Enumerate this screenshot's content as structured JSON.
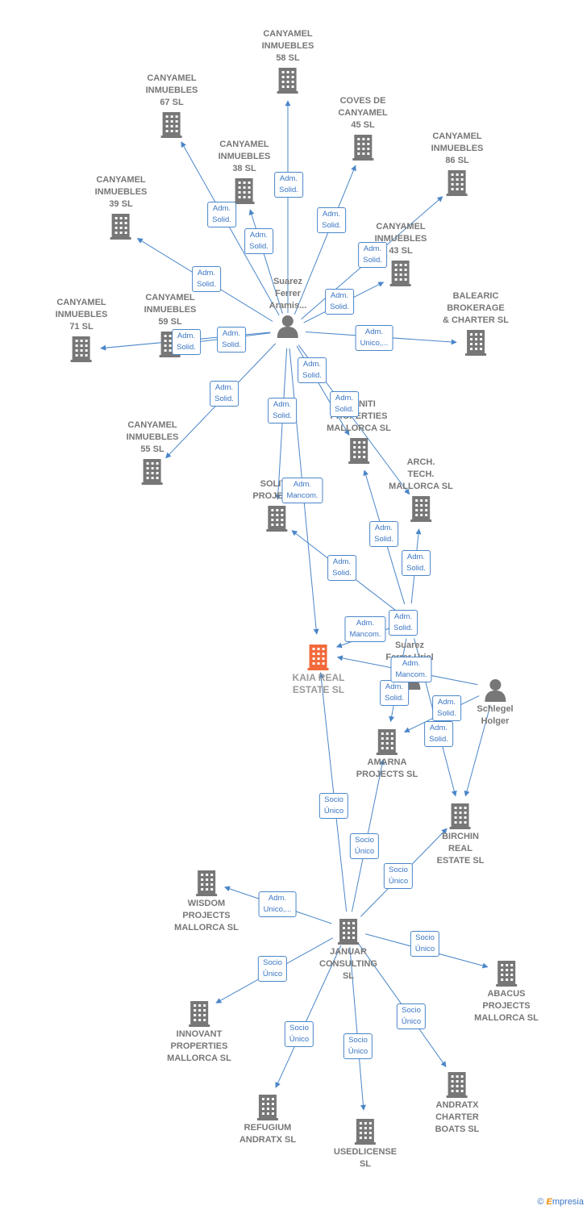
{
  "colors": {
    "edge": "#4a86c8",
    "node": "#777777",
    "focus": "#f26a3b",
    "label_border": "#4a86c8"
  },
  "nodes": [
    {
      "id": "c58",
      "label": "CANYAMEL\nINMUEBLES\n58 SL",
      "icon": "building-icon"
    },
    {
      "id": "c67",
      "label": "CANYAMEL\nINMUEBLES\n67 SL",
      "icon": "building-icon"
    },
    {
      "id": "coves",
      "label": "COVES DE\nCANYAMEL\n45 SL",
      "icon": "building-icon"
    },
    {
      "id": "c38",
      "label": "CANYAMEL\nINMUEBLES\n38 SL",
      "icon": "building-icon"
    },
    {
      "id": "c86",
      "label": "CANYAMEL\nINMUEBLES\n86 SL",
      "icon": "building-icon"
    },
    {
      "id": "c39",
      "label": "CANYAMEL\nINMUEBLES\n39 SL",
      "icon": "building-icon"
    },
    {
      "id": "c43",
      "label": "CANYAMEL\nINMUEBLES\n43 SL",
      "icon": "building-icon"
    },
    {
      "id": "suarez_a",
      "label": "Suarez\nFerrer\nAramis...",
      "icon": "person-icon"
    },
    {
      "id": "balearic",
      "label": "BALEARIC\nBROKERAGE\n& CHARTER SL",
      "icon": "building-icon"
    },
    {
      "id": "c71",
      "label": "CANYAMEL\nINMUEBLES\n71 SL",
      "icon": "building-icon"
    },
    {
      "id": "c59",
      "label": "CANYAMEL\nINMUEBLES\n59 SL",
      "icon": "building-icon"
    },
    {
      "id": "infiniti",
      "label": "INFINITI\nPROPERTIES\nMALLORCA SL",
      "icon": "building-icon"
    },
    {
      "id": "c55",
      "label": "CANYAMEL\nINMUEBLES\n55 SL",
      "icon": "building-icon"
    },
    {
      "id": "arch",
      "label": "ARCH.\nTECH.\nMALLORCA SL",
      "icon": "building-icon"
    },
    {
      "id": "solito",
      "label": "SOLITO\nPROJECTS",
      "icon": "building-icon"
    },
    {
      "id": "suarez_u",
      "label": "Suarez\nFerrer Uriel",
      "icon": "person-icon"
    },
    {
      "id": "kaia",
      "label": "KAIA REAL\nESTATE SL",
      "icon": "building-icon"
    },
    {
      "id": "schlegel",
      "label": "Schlegel\nHolger",
      "icon": "person-icon"
    },
    {
      "id": "amarna",
      "label": "AMARNA\nPROJECTS SL",
      "icon": "building-icon"
    },
    {
      "id": "birchin",
      "label": "BIRCHIN\nREAL\nESTATE SL",
      "icon": "building-icon"
    },
    {
      "id": "wisdom",
      "label": "WISDOM\nPROJECTS\nMALLORCA SL",
      "icon": "building-icon"
    },
    {
      "id": "januar",
      "label": "JANUAR\nCONSULTING\nSL",
      "icon": "building-icon"
    },
    {
      "id": "abacus",
      "label": "ABACUS\nPROJECTS\nMALLORCA SL",
      "icon": "building-icon"
    },
    {
      "id": "innovant",
      "label": "INNOVANT\nPROPERTIES\nMALLORCA SL",
      "icon": "building-icon"
    },
    {
      "id": "refugium",
      "label": "REFUGIUM\nANDRATX SL",
      "icon": "building-icon"
    },
    {
      "id": "usedlicense",
      "label": "USEDLICENSE\nSL",
      "icon": "building-icon"
    },
    {
      "id": "andratx",
      "label": "ANDRATX\nCHARTER\nBOATS SL",
      "icon": "building-icon"
    }
  ],
  "edges": [
    {
      "from": "suarez_a",
      "to": "c58",
      "label": "Adm.\nSolid."
    },
    {
      "from": "suarez_a",
      "to": "c67",
      "label": "Adm.\nSolid."
    },
    {
      "from": "suarez_a",
      "to": "c38",
      "label": "Adm.\nSolid."
    },
    {
      "from": "suarez_a",
      "to": "coves",
      "label": "Adm.\nSolid."
    },
    {
      "from": "suarez_a",
      "to": "c86",
      "label": "Adm.\nSolid."
    },
    {
      "from": "suarez_a",
      "to": "c39",
      "label": "Adm.\nSolid."
    },
    {
      "from": "suarez_a",
      "to": "c43",
      "label": "Adm.\nSolid."
    },
    {
      "from": "suarez_a",
      "to": "balearic",
      "label": "Adm.\nUnico,..."
    },
    {
      "from": "suarez_a",
      "to": "c71",
      "label": "Adm.\nSolid."
    },
    {
      "from": "suarez_a",
      "to": "c59",
      "label": "Adm.\nSolid."
    },
    {
      "from": "suarez_a",
      "to": "c55",
      "label": "Adm.\nSolid."
    },
    {
      "from": "suarez_a",
      "to": "solito",
      "label": "Adm.\nSolid."
    },
    {
      "from": "suarez_a",
      "to": "infiniti",
      "label": "Adm.\nSolid."
    },
    {
      "from": "suarez_a",
      "to": "arch",
      "label": "Adm.\nSolid."
    },
    {
      "from": "suarez_a",
      "to": "kaia",
      "label": "Adm.\nMancom."
    },
    {
      "from": "suarez_u",
      "to": "solito",
      "label": "Adm.\nSolid."
    },
    {
      "from": "suarez_u",
      "to": "infiniti",
      "label": "Adm.\nSolid."
    },
    {
      "from": "suarez_u",
      "to": "arch",
      "label": "Adm.\nSolid."
    },
    {
      "from": "suarez_u",
      "to": "kaia",
      "label": "Adm.\nMancom."
    },
    {
      "from": "suarez_u",
      "to": "amarna",
      "label": "Adm.\nSolid."
    },
    {
      "from": "suarez_u",
      "to": "birchin",
      "label": "Adm.\nSolid."
    },
    {
      "from": "schlegel",
      "to": "kaia",
      "label": "Adm.\nMancom."
    },
    {
      "from": "schlegel",
      "to": "amarna",
      "label": "Adm.\nSolid."
    },
    {
      "from": "schlegel",
      "to": "birchin",
      "label": "Adm.\nSolid."
    },
    {
      "from": "januar",
      "to": "kaia",
      "label": "Socio\nÚnico"
    },
    {
      "from": "januar",
      "to": "amarna",
      "label": "Socio\nÚnico"
    },
    {
      "from": "januar",
      "to": "birchin",
      "label": "Socio\nÚnico"
    },
    {
      "from": "januar",
      "to": "wisdom",
      "label": "Adm.\nUnico,..."
    },
    {
      "from": "januar",
      "to": "abacus",
      "label": "Socio\nÚnico"
    },
    {
      "from": "januar",
      "to": "innovant",
      "label": "Socio\nÚnico"
    },
    {
      "from": "januar",
      "to": "refugium",
      "label": "Socio\nÚnico"
    },
    {
      "from": "januar",
      "to": "usedlicense",
      "label": "Socio\nÚnico"
    },
    {
      "from": "januar",
      "to": "andratx",
      "label": "Socio\nÚnico"
    }
  ],
  "footer": {
    "copyright": "©",
    "brand_initial": "E",
    "brand_rest": "mpresia"
  }
}
